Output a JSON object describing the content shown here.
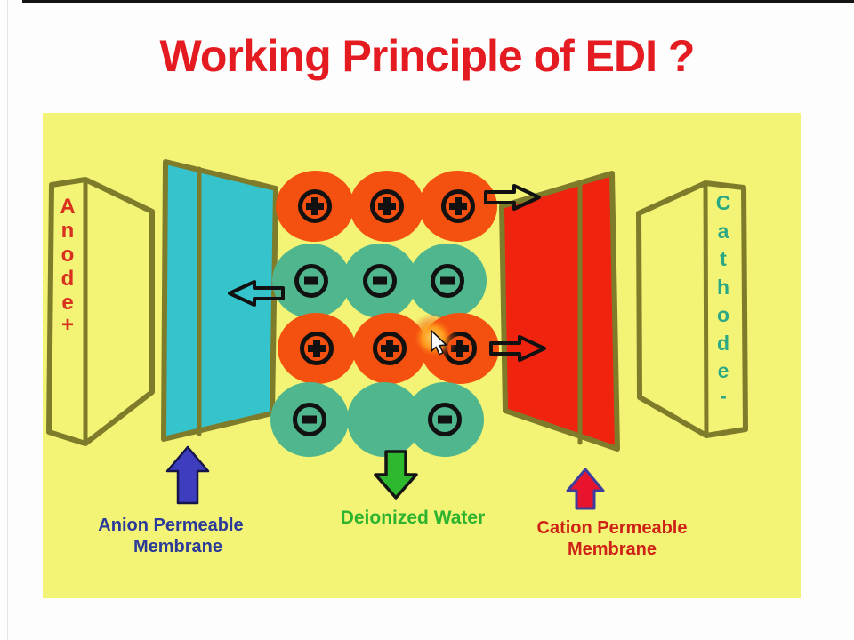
{
  "page": {
    "top_edge_color": "#141414",
    "background": "#fdfdfd"
  },
  "title": {
    "text": "Working Principle of EDI ?",
    "color": "#e41b20"
  },
  "diagram": {
    "background": "#f3f376",
    "outline_color": "#7e7b2a",
    "anode": {
      "label": "Anode+",
      "letters": [
        "A",
        "n",
        "o",
        "d",
        "e",
        "+"
      ],
      "color": "#d92f1e"
    },
    "cathode": {
      "label": "Cathode-",
      "letters": [
        "C",
        "a",
        "t",
        "h",
        "o",
        "d",
        "e",
        "-"
      ],
      "color": "#2aa886"
    },
    "anion_membrane_color": "#35c4cc",
    "cation_membrane_color": "#ef230e",
    "ions": {
      "cation_fill": "#f4500f",
      "anion_fill": "#4fb68e",
      "symbol_color": "#111111",
      "rows": [
        {
          "charge": "positive",
          "fill": "cation",
          "symbols": [
            "+",
            "+",
            "+"
          ]
        },
        {
          "charge": "negative",
          "fill": "anion",
          "symbols": [
            "-",
            "-",
            "-"
          ]
        },
        {
          "charge": "positive",
          "fill": "cation",
          "symbols": [
            "+",
            "+",
            "+"
          ]
        },
        {
          "charge": "negative",
          "fill": "anion",
          "symbols": [
            "-",
            null,
            "-"
          ]
        }
      ]
    },
    "labels": {
      "anion": {
        "line1": "Anion Permeable",
        "line2": "Membrane",
        "color": "#2b3a99"
      },
      "deionized": {
        "text": "Deionized Water",
        "color": "#2db32d"
      },
      "cation": {
        "line1": "Cation Permeable",
        "line2": "Membrane",
        "color": "#cf2217"
      }
    },
    "arrows": {
      "hollow_outline_color": "#111111",
      "anion_up_fill": "#3d3dbe",
      "deionized_down_fill": "#2eb82e",
      "cation_up_fill": "#e8142d",
      "cation_up_stroke": "#3d3da0"
    }
  },
  "cursor": {
    "glow_color": "#ff9e1b"
  }
}
